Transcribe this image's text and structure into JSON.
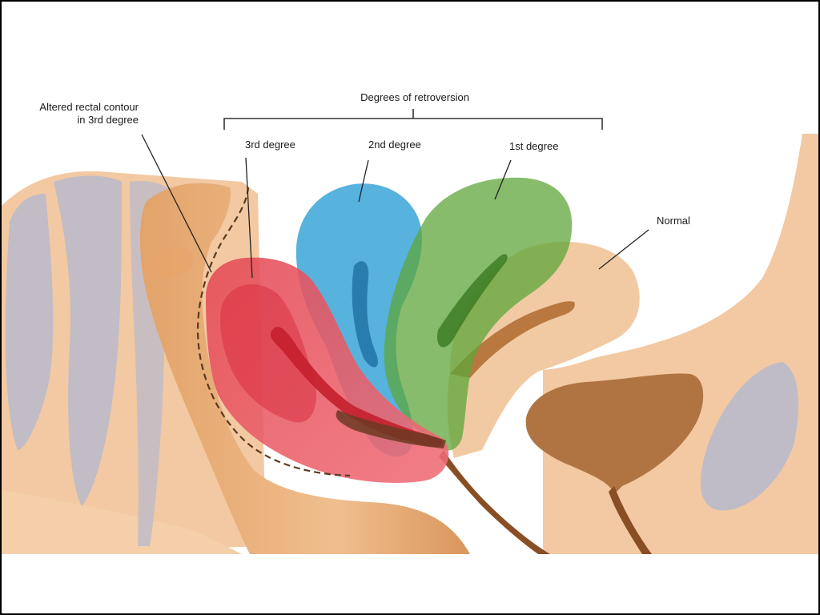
{
  "labels": {
    "title": "Degrees of retroversion",
    "altered_line1": "Altered rectal contour",
    "altered_line2": "in 3rd degree",
    "third": "3rd degree",
    "second": "2nd degree",
    "first": "1st degree",
    "normal": "Normal"
  },
  "colors": {
    "skin": "#f3cba4",
    "tissue": "#e8b48c",
    "rectum": "#d99a63",
    "vertebra": "#b7b7c4",
    "bladder": "#a8693a",
    "third_degree": "#e0303f",
    "second_degree": "#3aa4d8",
    "first_degree": "#5ea63a",
    "normal_uterus": "#f0c79f"
  }
}
